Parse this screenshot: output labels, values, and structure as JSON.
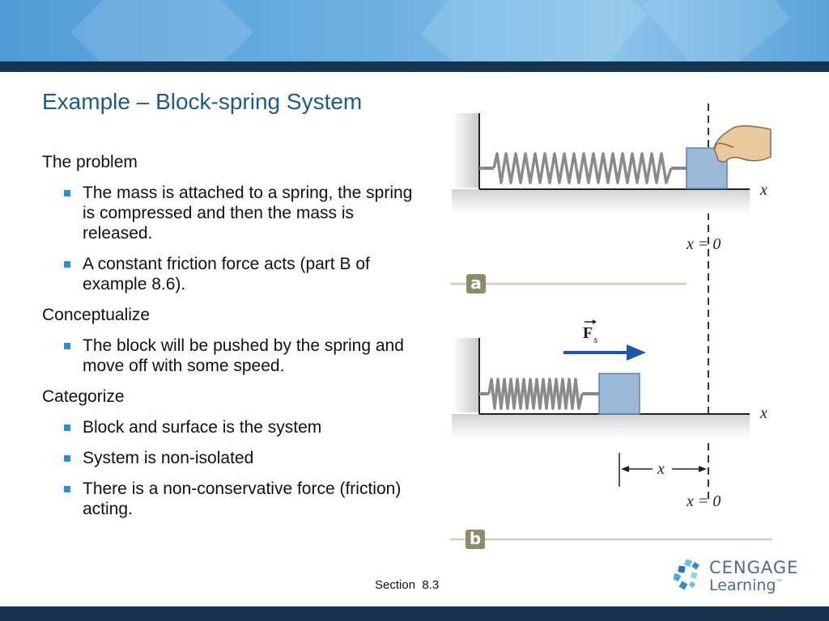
{
  "slide": {
    "title": "Example – Block-spring System",
    "content": [
      {
        "type": "heading",
        "text": "The problem"
      },
      {
        "type": "bullet",
        "text": "The mass is attached to a spring, the spring is compressed and then the mass is released."
      },
      {
        "type": "bullet",
        "text": "A constant friction force acts (part B of example 8.6)."
      },
      {
        "type": "heading",
        "text": "Conceptualize"
      },
      {
        "type": "bullet",
        "text": "The block will be pushed by the spring and move off with some speed."
      },
      {
        "type": "heading",
        "text": "Categorize"
      },
      {
        "type": "bullet",
        "text": "Block and surface is the system"
      },
      {
        "type": "bullet",
        "text": "System is non-isolated"
      },
      {
        "type": "bullet",
        "text": "There is a non-conservative force (friction) acting."
      }
    ]
  },
  "figure": {
    "panel_a": {
      "label": "a",
      "axis_label": "x",
      "origin_label": "x = 0"
    },
    "panel_b": {
      "label": "b",
      "axis_label": "x",
      "origin_label": "x = 0",
      "displacement_label": "x",
      "force_symbol": "F",
      "force_subscript": "s"
    }
  },
  "footer": {
    "section": "Section  8.3",
    "logo_line1": "CENGAGE",
    "logo_line2": "Learning",
    "logo_tm": "™"
  },
  "colors": {
    "title": "#1f5a8c",
    "bullet": "#2b8fd3",
    "banner": "#5aa3da",
    "dark_bar": "#15344f",
    "block": "#9ab8d8",
    "force_arrow": "#1e56a8",
    "panel_label": "#8f8a6a"
  }
}
